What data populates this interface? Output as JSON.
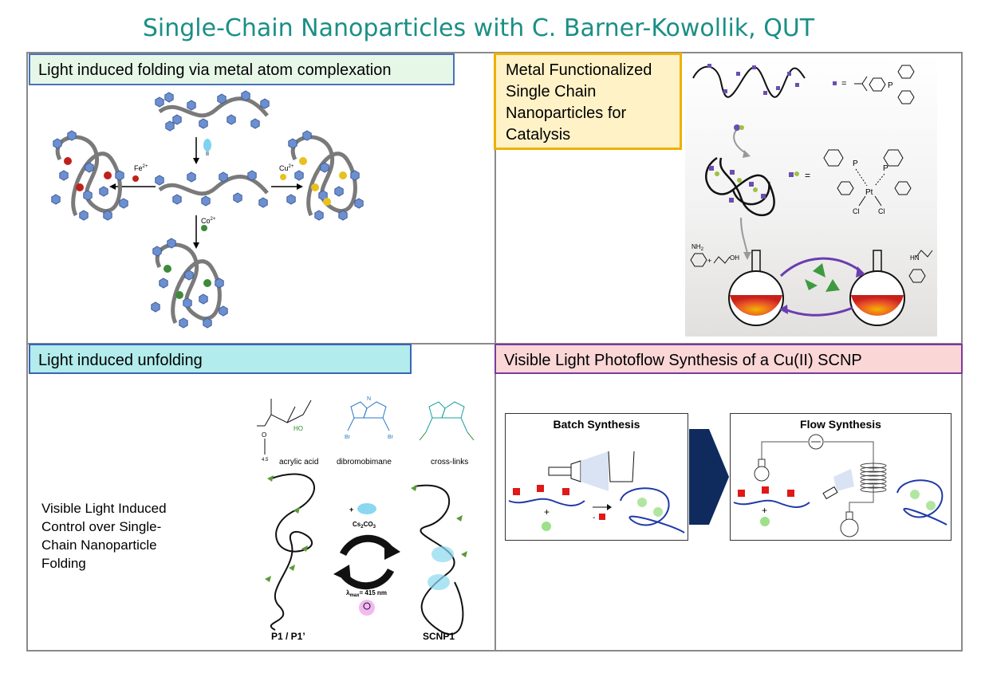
{
  "slide": {
    "title": "Single-Chain Nanoparticles with C. Barner-Kowollik, QUT"
  },
  "q1": {
    "label": "Light induced folding via metal atom complexation",
    "fe": "Fe",
    "fe_charge": "2+",
    "cu": "Cu",
    "cu_charge": "2+",
    "co": "Co",
    "co_charge": "2+"
  },
  "q2": {
    "label_lines": [
      "Metal Functionalized",
      "Single Chain",
      "Nanoparticles for",
      "Catalysis"
    ],
    "nh2": "NH",
    "nh2_sub": "2",
    "oh": "OH",
    "hn": "HN",
    "p": "P",
    "pt": "Pt",
    "cl": "Cl",
    "plus": "+",
    "equals": "="
  },
  "q3": {
    "label": "Light induced unfolding",
    "desc_lines": [
      "Visible Light Induced",
      "Control over Single-",
      "Chain Nanoparticle",
      "Folding"
    ],
    "acrylic": "acrylic acid",
    "dibromo": "dibromobimane",
    "crosslinks": "cross-links",
    "p1": "P1 / P1’",
    "scnp1": "SCNP1",
    "cs2co3": "Cs",
    "cs2co3_b": "2",
    "cs2co3_c": "CO",
    "cs2co3_d": "3",
    "lambda": "λ",
    "lambda_sub": "max",
    "lambda_val": "= 415 nm",
    "plus": "+",
    "n": "N",
    "o": "O",
    "ho": "HO",
    "br": "Br",
    "sub45": "4.5"
  },
  "q4": {
    "label": "Visible Light Photoflow Synthesis of a Cu(II) SCNP",
    "batch": "Batch Synthesis",
    "flow": "Flow Synthesis",
    "plus": "+",
    "minus": "-"
  },
  "colors": {
    "title": "#1a8f86",
    "navy": "#0f2a5c",
    "bead": "#6c8fd0",
    "fe": "#c0201a",
    "cu": "#e8c020",
    "co": "#3f8a3a"
  }
}
